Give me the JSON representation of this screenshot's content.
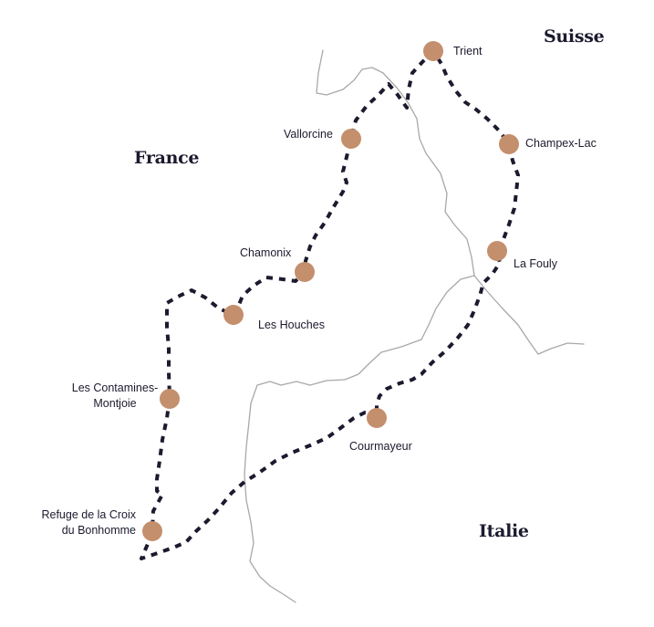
{
  "map": {
    "countries": {
      "suisse": "Suisse",
      "france": "France",
      "italie": "Italie"
    },
    "stages": [
      {
        "id": "trient",
        "name": "Trient"
      },
      {
        "id": "champex-lac",
        "name": "Champex-Lac"
      },
      {
        "id": "la-fouly",
        "name": "La Fouly"
      },
      {
        "id": "vallorcine",
        "name": "Vallorcine"
      },
      {
        "id": "chamonix",
        "name": "Chamonix"
      },
      {
        "id": "les-houches",
        "name": "Les Houches"
      },
      {
        "id": "les-contamines",
        "name_line1": "Les Contamines-",
        "name_line2": "Montjoie"
      },
      {
        "id": "croix-du-bonhomme",
        "name_line1": "Refuge de la Croix",
        "name_line2": "du Bonhomme"
      },
      {
        "id": "courmayeur",
        "name": "Courmayeur"
      }
    ],
    "colors": {
      "marker": "#c48f6c",
      "route": "#1b1a2e",
      "border": "#a8a8a8",
      "text": "#1b1a2e"
    }
  }
}
